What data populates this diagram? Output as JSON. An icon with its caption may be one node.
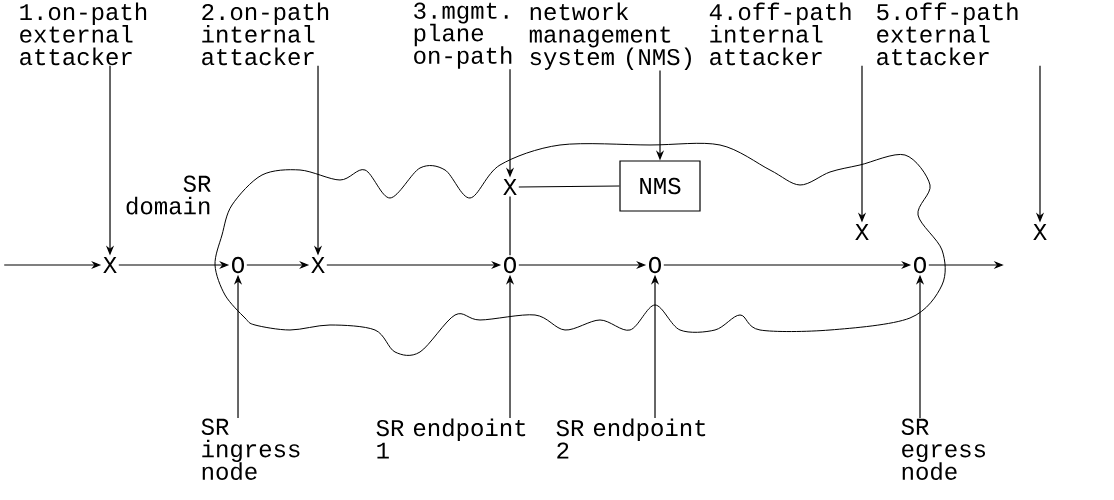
{
  "diagram": {
    "nodes": [
      {
        "text": [
          "1.on-path external attacker"
        ]
      },
      {
        "text": [
          "2.on-path internal attacker"
        ]
      },
      {
        "text": [
          "3.mgmt. plane on-path"
        ]
      },
      {
        "text": [
          "network management system (NMS)"
        ]
      },
      {
        "text": [
          "4.off-path internal attacker"
        ]
      },
      {
        "text": [
          "5.off-path external attacker"
        ]
      },
      {
        "text": [
          "X"
        ]
      },
      {
        "text": [
          "O"
        ]
      },
      {
        "text": [
          "X"
        ]
      },
      {
        "text": [
          "O"
        ]
      },
      {
        "text": [
          "O"
        ]
      },
      {
        "text": [
          "O"
        ]
      },
      {
        "text": [
          "X"
        ]
      },
      {
        "text": [
          "NMS"
        ]
      },
      {
        "text": [
          "X"
        ]
      },
      {
        "text": [
          "X"
        ]
      },
      {
        "text": [
          "SR ingress node"
        ]
      },
      {
        "text": [
          "SR endpoint 1"
        ]
      },
      {
        "text": [
          "SR endpoint 2"
        ]
      },
      {
        "text": [
          "SR egress node"
        ]
      }
    ],
    "edges": [
      {
        "from": null,
        "to": 6,
        "arrow": "to"
      },
      {
        "from": 6,
        "to": 7,
        "arrow": "to"
      },
      {
        "from": 7,
        "to": 8,
        "arrow": "to"
      },
      {
        "from": 8,
        "to": 9,
        "arrow": "to"
      },
      {
        "from": 9,
        "to": 10,
        "arrow": "to"
      },
      {
        "from": 10,
        "to": 11,
        "arrow": "to"
      },
      {
        "from": 11,
        "to": null,
        "arrow": "to"
      },
      {
        "from": 0,
        "to": 6,
        "arrow": "to"
      },
      {
        "from": 1,
        "to": 8,
        "arrow": "to"
      },
      {
        "from": 2,
        "to": 12,
        "arrow": "to"
      },
      {
        "from": 3,
        "to": 13,
        "arrow": "to"
      },
      {
        "from": 4,
        "to": 14,
        "arrow": "to"
      },
      {
        "from": 5,
        "to": 15,
        "arrow": "to"
      },
      {
        "from": 12,
        "to": 13,
        "arrow": "none"
      },
      {
        "from": 12,
        "to": 9,
        "arrow": "none"
      },
      {
        "from": 16,
        "to": 7,
        "arrow": "to"
      },
      {
        "from": 17,
        "to": 9,
        "arrow": "to"
      },
      {
        "from": 18,
        "to": 10,
        "arrow": "to"
      },
      {
        "from": 19,
        "to": 11,
        "arrow": "to"
      }
    ],
    "labels": [
      "SR domain"
    ]
  }
}
